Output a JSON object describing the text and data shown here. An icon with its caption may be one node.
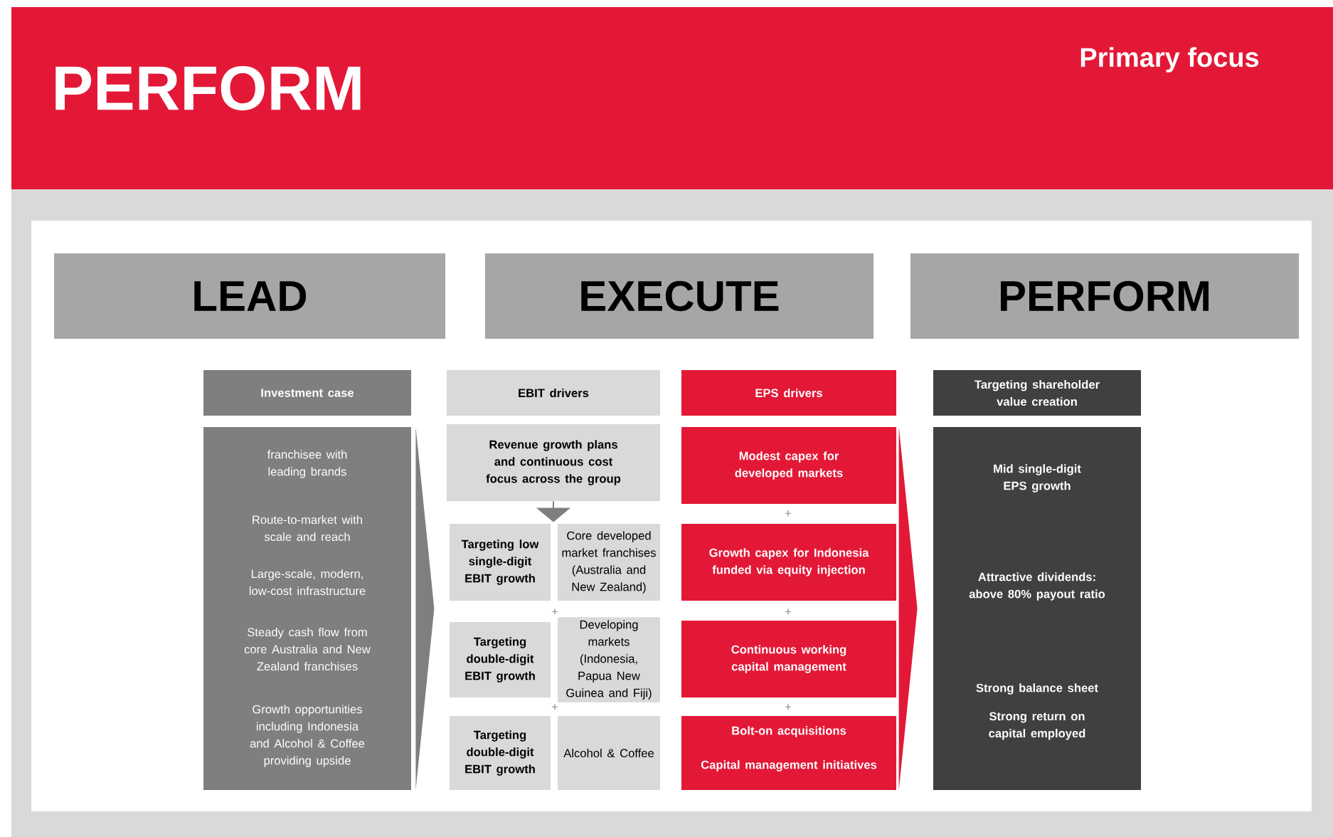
{
  "diagram": {
    "title": "PERFORM",
    "nodes": [
      {
        "text": [
          "LEAD"
        ]
      },
      {
        "text": [
          "EXECUTE"
        ]
      },
      {
        "text": [
          "PERFORM"
        ]
      },
      {
        "text": [
          "Investment case"
        ]
      },
      {
        "text": [
          "franchisee with leading brands",
          "Route-to-market with scale and reach",
          "Large-scale, modern, low-cost infrastructure",
          "Steady cash flow from core Australia and New Zealand franchises",
          "Growth opportunities including Indonesia and Alcohol & Coffee providing upside"
        ]
      },
      {
        "text": [
          "EBIT drivers"
        ]
      },
      {
        "text": [
          "Revenue growth plans and continuous cost focus across the group"
        ]
      },
      {
        "text": [
          "Targeting low single-digit EBIT growth"
        ]
      },
      {
        "text": [
          "Core developed market franchises (Australia and New Zealand)"
        ]
      },
      {
        "text": [
          "Targeting double-digit EBIT growth"
        ]
      },
      {
        "text": [
          "Developing markets (Indonesia, Papua New Guinea and Fiji)"
        ]
      },
      {
        "text": [
          "Targeting double-digit EBIT growth"
        ]
      },
      {
        "text": [
          "Alcohol & Coffee"
        ]
      },
      {
        "text": [
          "EPS drivers"
        ]
      },
      {
        "text": [
          "Modest capex for developed markets"
        ]
      },
      {
        "text": [
          "Growth capex for Indonesia funded via equity injection"
        ]
      },
      {
        "text": [
          "Continuous working capital management"
        ]
      },
      {
        "text": [
          "Bolt-on acquisitions",
          "Capital management initiatives"
        ]
      },
      {
        "text": [
          "Targeting shareholder value creation"
        ]
      },
      {
        "text": [
          "Mid single-digit EPS growth",
          "Attractive dividends: above 80% payout ratio",
          "Strong balance sheet",
          "Strong return on capital employed"
        ]
      }
    ],
    "edges": [
      {
        "from": 4,
        "to": null,
        "arrow": "to"
      },
      {
        "from": 6,
        "to": 7,
        "arrow": "to"
      },
      {
        "from": null,
        "to": 19,
        "arrow": "to",
        "color": "#e31837"
      }
    ],
    "labels": [
      "Primary focus",
      "+",
      "+",
      "+",
      "+",
      "+"
    ]
  }
}
